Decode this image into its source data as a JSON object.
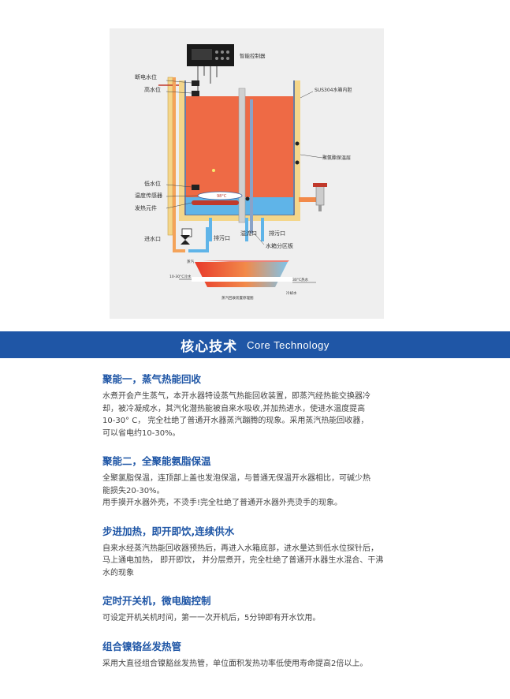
{
  "diagram": {
    "labels": {
      "controller": "智能控制器",
      "cutoff_level": "断电水位",
      "high_level": "高水位",
      "inner_tank": "SUS304水箱内胆",
      "insulation": "聚氨酯保温层",
      "low_level": "低水位",
      "temp_sensor": "温度传感器",
      "heating_element": "发热元件",
      "inlet": "进水口",
      "drain": "排污口",
      "overflow": "溢流口",
      "drain2": "排污口",
      "divider": "水箱分区板",
      "temp_readout": "98°C",
      "steam": "蒸汽",
      "temp_in": "10-30°C冷水",
      "temp_out": "30°C热水",
      "cold_water": "冷却水",
      "recovery_caption": "蒸汽回收装置原理图"
    }
  },
  "banner": {
    "title_cn": "核心技术",
    "title_en": "Core Technology"
  },
  "sections": [
    {
      "title": "聚能一，蒸气热能回收",
      "lines": [
        "水煮开会产生蒸气，本开水器特设蒸气热能回收装置，即蒸汽经热能交换器冷",
        "却，被冷凝成水，其汽化潜热能被自来水吸收,并加热进水，使进水温度提高",
        "10-30° C， 完全杜绝了普通开水器蒸汽蹦腾的现象。采用蒸汽热能回收器，",
        "可以省电约10-30%。"
      ]
    },
    {
      "title": "聚能二，全聚能氨脂保温",
      "lines": [
        "全聚氯脂保温，连顶部上盖也发泡保温，与普通无保温开水器相比，可碱少热",
        "能损失20-30%。",
        "用手摸开水器外壳，不烫手!完全杜绝了普通开水器外壳烫手的现象。"
      ]
    },
    {
      "title": "步进加热，即开即饮,连续供水",
      "lines": [
        "自来水经蒸汽热能回收器预热后，再进入水箱底部，进水量达到低水位探针后，",
        "马上通电加热， 即开即饮， 并分层煮开，完全杜绝了普通开水器生水混合、干沸",
        "水的现象"
      ]
    },
    {
      "title": "定时开关机，微电脑控制",
      "lines": [
        "可设定开机关机时间，第一一次开机后，5分钟即有开水饮用。"
      ]
    },
    {
      "title": "组合镍铬丝发热管",
      "lines": [
        "采用大直径组合镍豁丝发热管，单位面积发热功率低使用寿命提高2倍以上。"
      ]
    }
  ]
}
